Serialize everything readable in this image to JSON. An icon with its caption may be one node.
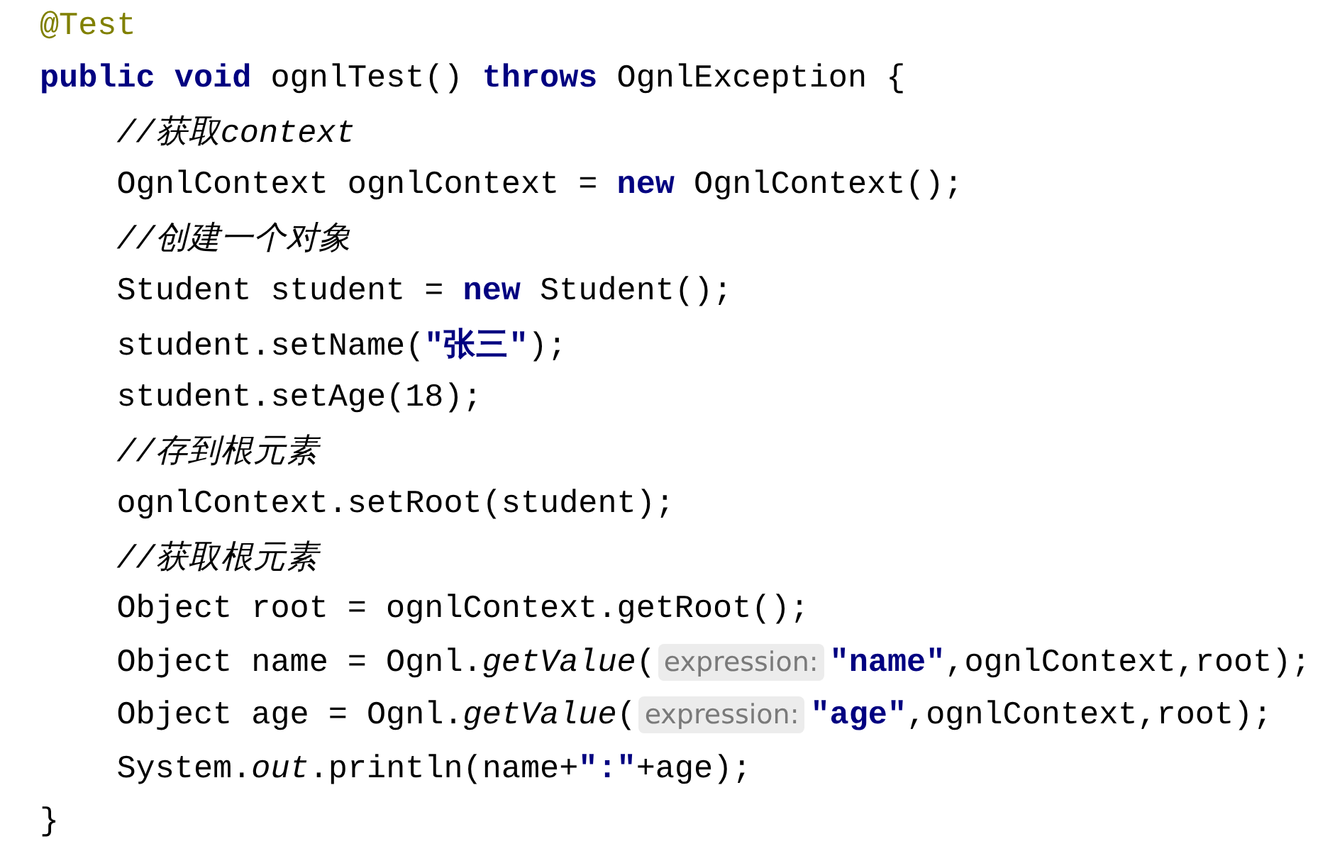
{
  "diagram": {
    "labels": [
      "@Test",
      "**public** **void** ognlTest() **throws** OgnlException {",
      "*//获取context*",
      "OgnlContext ognlContext = **new** OgnlContext();",
      "*//创建一个对象*",
      "Student student = **new** Student();",
      "student.setName(**\"张三\"**);",
      "student.setAge(18);",
      "*//存到根元素*",
      "ognlContext.setRoot(student);",
      "*//获取根元素*",
      "Object root = ognlContext.getRoot();",
      "Object name = Ognl.*getValue*(",
      "expression:",
      "**\"name\"**,ognlContext,root);",
      "Object age = Ognl.*getValue*(",
      "expression:",
      "**\"age\"**,ognlContext,root);",
      "System.*out*.println(name+**\":\"**+age);",
      "}"
    ]
  }
}
